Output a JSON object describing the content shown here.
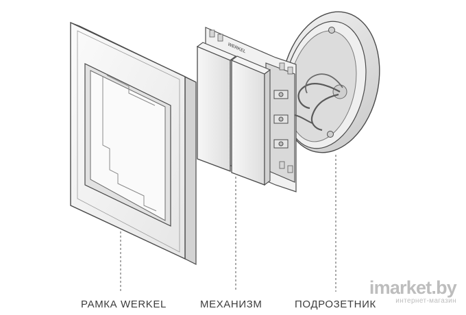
{
  "labels": {
    "frame": "РАМКА WERKEL",
    "mechanism": "МЕХАНИЗМ",
    "box": "ПОДРОЗЕТНИК"
  },
  "brand_mark": "WERKEL",
  "watermark": {
    "logo": "imarket.by",
    "subtitle": "интернет-магазин"
  },
  "colors": {
    "outline": "#4a4a4a",
    "leader_line": "#555555",
    "label_text": "#3c3c3c",
    "watermark": "#bdbdbd"
  }
}
